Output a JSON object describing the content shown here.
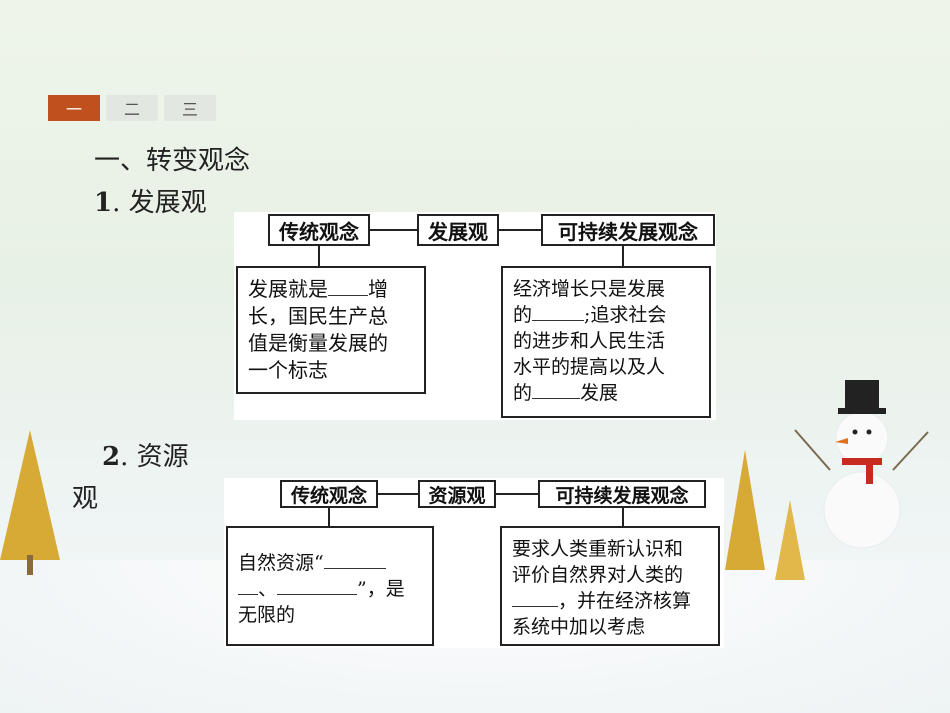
{
  "tabs": [
    "一",
    "二",
    "三"
  ],
  "section_title": "一、转变观念",
  "sub1": {
    "number": "1",
    "title": ". 发展观"
  },
  "sub2": {
    "number": "2",
    "title": ". 资源",
    "title_cont": "观"
  },
  "diagram1": {
    "left_label": "传统观念",
    "center_label": "发展观",
    "right_label": "可持续发展观念",
    "left_text": [
      "发展就是",
      "增",
      "长，国民生产总",
      "值是衡量发展的",
      "一个标志"
    ],
    "right_text": [
      "经济增长只是发展",
      "的",
      ";追求社会",
      "的进步和人民生活",
      "水平的提高以及人",
      "的",
      "发展"
    ]
  },
  "diagram2": {
    "left_label": "传统观念",
    "center_label": "资源观",
    "right_label": "可持续发展观念",
    "left_text": [
      "自然资源“",
      "、",
      "”，是",
      "无限的"
    ],
    "right_text": [
      "要求人类重新认识和",
      "评价自然界对人类的",
      "，并在经济核算",
      "系统中加以考虑"
    ]
  }
}
